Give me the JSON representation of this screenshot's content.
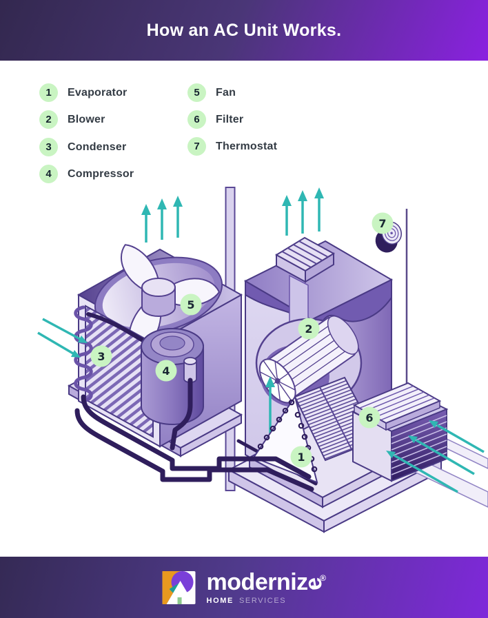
{
  "header": {
    "title": "How an AC Unit Works."
  },
  "legend": {
    "items": [
      {
        "number": "1",
        "label": "Evaporator"
      },
      {
        "number": "2",
        "label": "Blower"
      },
      {
        "number": "3",
        "label": "Condenser"
      },
      {
        "number": "4",
        "label": "Compressor"
      },
      {
        "number": "5",
        "label": "Fan"
      },
      {
        "number": "6",
        "label": "Filter"
      },
      {
        "number": "7",
        "label": "Thermostat"
      }
    ]
  },
  "palette": {
    "header_gradient_start": "#33284f",
    "header_gradient_end": "#8a21e0",
    "badge_green": "#c9f4c2",
    "badge_text": "#16242f",
    "teal_arrow": "#2fb7b3",
    "pipe_dark": "#2f1e5c",
    "coil_purple": "#6a53a8",
    "outline_purple": "#4a3a85",
    "legend_text": "#333b44",
    "logo_orange": "#e8991f",
    "logo_purple": "#7a3fd8",
    "logo_teal": "#1e9e96",
    "logo_navy": "#2e2150",
    "logo_green": "#8fc98f"
  },
  "footer": {
    "brand_prefix": "moderniz",
    "brand_last": "e",
    "registered": "®",
    "tagline_bold": "HOME",
    "tagline_rest": "SERVICES"
  }
}
